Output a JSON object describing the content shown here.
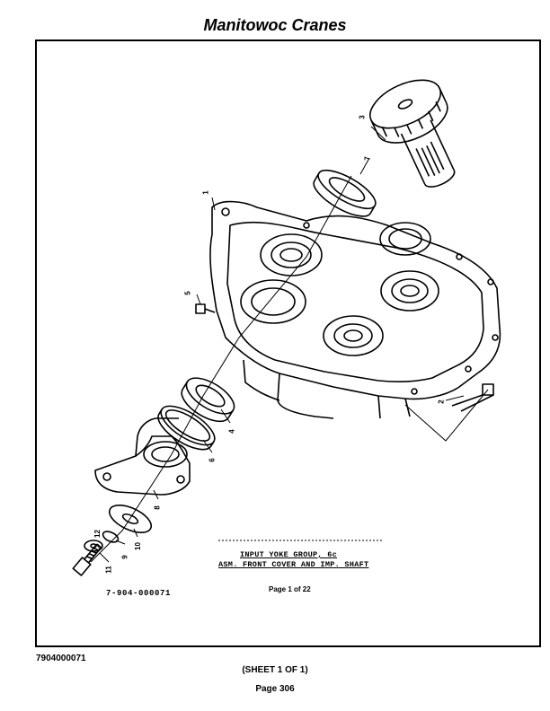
{
  "header": {
    "title": "Manitowoc Cranes"
  },
  "diagram": {
    "title_line1": "INPUT YOKE GROUP, 6c",
    "title_line2": "ASM. FRONT COVER AND IMP. SHAFT",
    "page_label": "Page 1 of 22",
    "drawing_number": "7-904-000071",
    "callouts": [
      "1",
      "2",
      "3",
      "4",
      "5",
      "6",
      "7",
      "8",
      "9",
      "10",
      "11",
      "12"
    ]
  },
  "footer": {
    "document_id": "7904000071",
    "sheet": "(SHEET 1 OF 1)",
    "page": "Page 306"
  }
}
